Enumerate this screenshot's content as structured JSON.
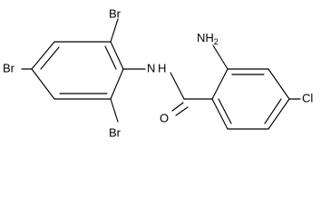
{
  "molecule": {
    "atoms": {
      "br_top": "Br",
      "br_left": "Br",
      "br_bottom": "Br",
      "nh_n": "N",
      "nh_h": "H",
      "oxygen": "O",
      "nh2_n": "NH",
      "nh2_sub": "2",
      "chlorine": "Cl"
    }
  }
}
